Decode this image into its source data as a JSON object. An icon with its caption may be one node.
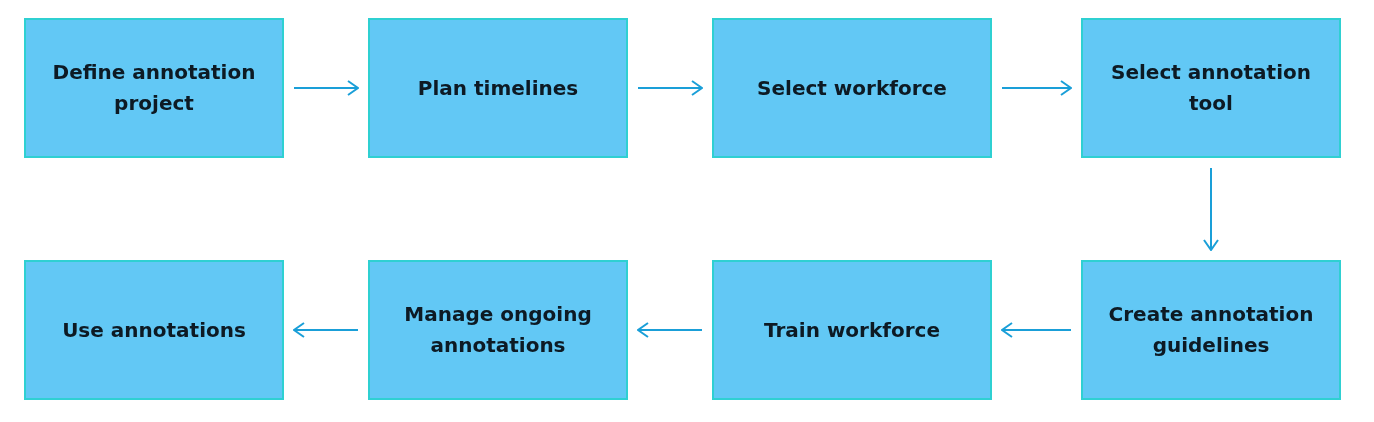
{
  "diagram": {
    "nodes": [
      {
        "text": [
          "Define annotation project"
        ]
      },
      {
        "text": [
          "Plan timelines"
        ]
      },
      {
        "text": [
          "Select workforce"
        ]
      },
      {
        "text": [
          "Select annotation tool"
        ]
      },
      {
        "text": [
          "Create annotation guidelines"
        ]
      },
      {
        "text": [
          "Train workforce"
        ]
      },
      {
        "text": [
          "Manage ongoing annotations"
        ]
      },
      {
        "text": [
          "Use annotations"
        ]
      }
    ],
    "edges": [
      {
        "from": 0,
        "to": 1,
        "arrow": "to"
      },
      {
        "from": 1,
        "to": 2,
        "arrow": "to"
      },
      {
        "from": 2,
        "to": 3,
        "arrow": "to"
      },
      {
        "from": 3,
        "to": 4,
        "arrow": "to"
      },
      {
        "from": 4,
        "to": 5,
        "arrow": "to"
      },
      {
        "from": 5,
        "to": 6,
        "arrow": "to"
      },
      {
        "from": 6,
        "to": 7,
        "arrow": "to"
      }
    ]
  }
}
